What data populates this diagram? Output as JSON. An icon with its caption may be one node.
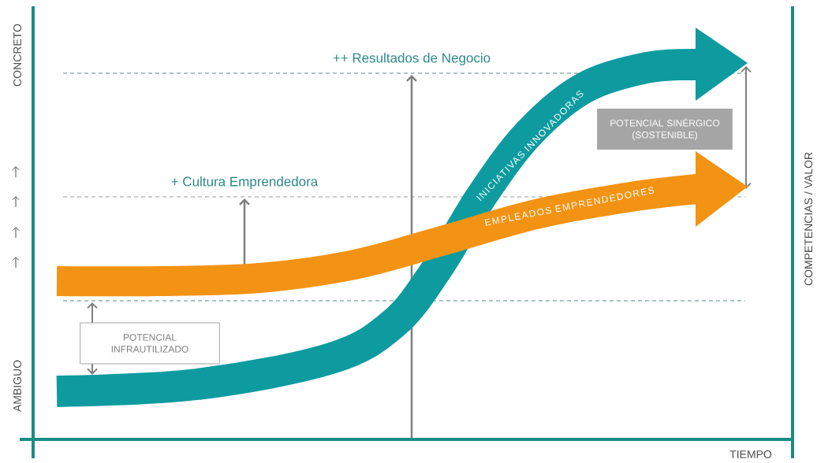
{
  "diagram": {
    "nodes": [
      {
        "text": [
          "INICIATIVAS INNOVADORAS"
        ]
      },
      {
        "text": [
          "EMPLEADOS EMPRENDEDORES"
        ]
      },
      {
        "text": [
          "POTENCIAL INFRAUTILIZADO"
        ]
      },
      {
        "text": [
          "POTENCIAL SINÉRGICO (SOSTENIBLE)"
        ]
      }
    ],
    "labels": [
      "CONCRETO",
      "++ Resultados de Negocio",
      "+ Cultura Emprendedora",
      "COMPETENCIAS / VALOR",
      "AMBIGUO",
      "TIEMPO"
    ]
  }
}
